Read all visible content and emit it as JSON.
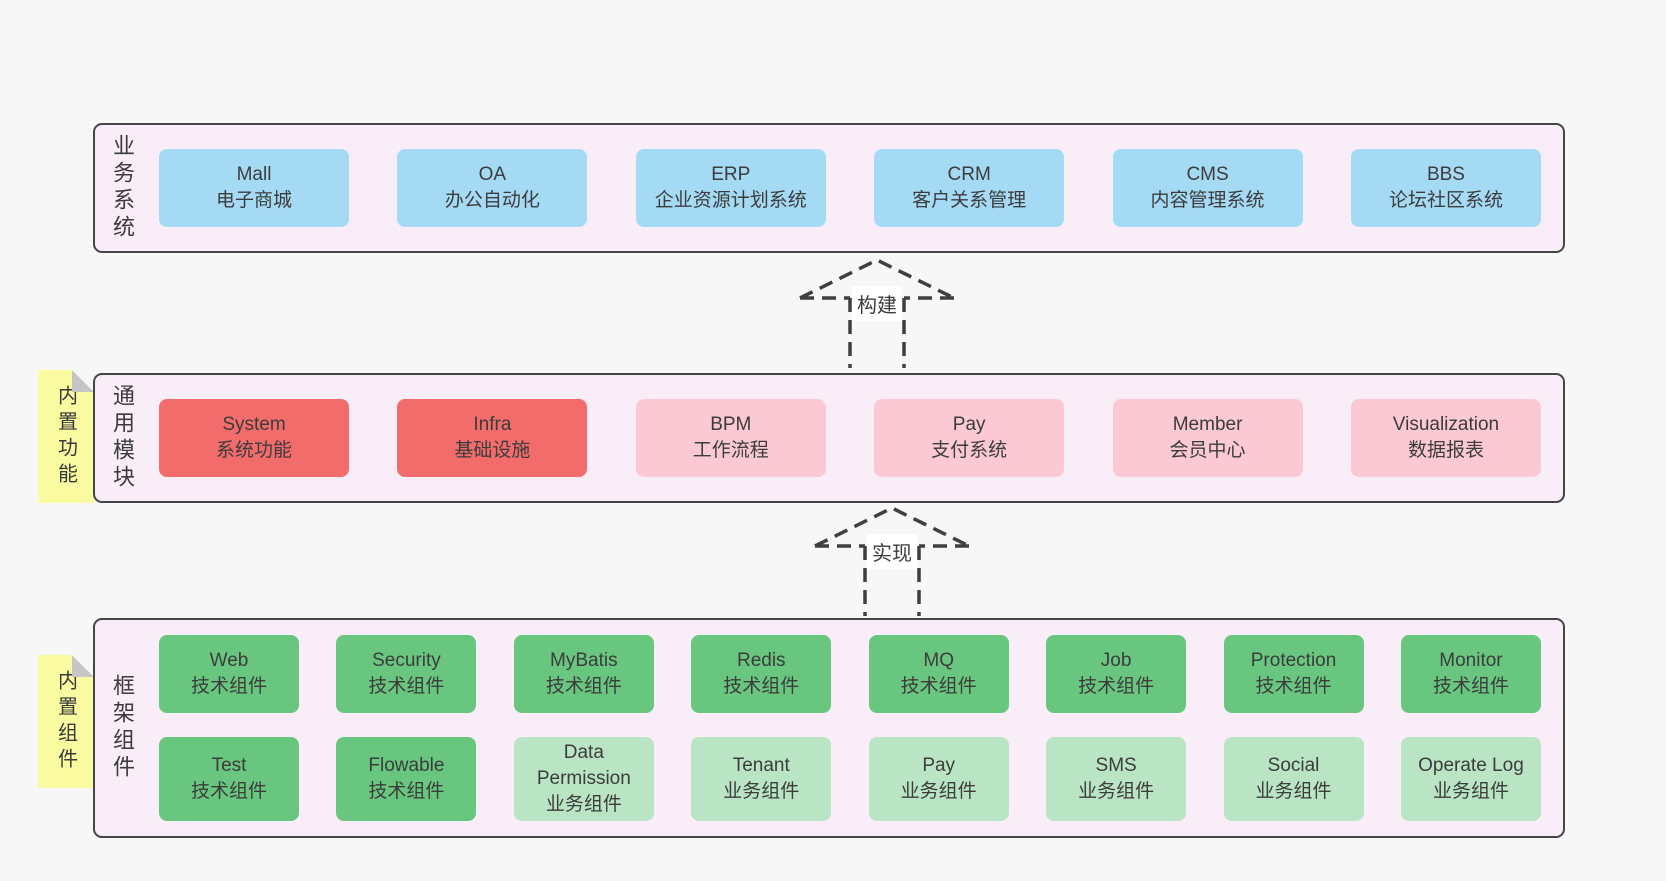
{
  "page": {
    "background": "#f7f7f7"
  },
  "colors": {
    "container_fill": "#f9edf7",
    "container_border": "#454547",
    "blue": "#a5daf4",
    "red": "#f26c6c",
    "pink": "#fac9d4",
    "green": "#69c67f",
    "light_green": "#bae5c4",
    "note_yellow": "#fafaa0",
    "note_fold": "#c6c6c6",
    "text": "#3c3c3c",
    "arrow_stroke": "#3f3f3f"
  },
  "arrows": [
    {
      "label": "构建"
    },
    {
      "label": "实现"
    }
  ],
  "layers": [
    {
      "id": "business-systems",
      "label": "业务系统",
      "rows": [
        [
          {
            "name": "Mall",
            "subtitle": "电子商城",
            "variant": "blue"
          },
          {
            "name": "OA",
            "subtitle": "办公自动化",
            "variant": "blue"
          },
          {
            "name": "ERP",
            "subtitle": "企业资源计划系统",
            "variant": "blue"
          },
          {
            "name": "CRM",
            "subtitle": "客户关系管理",
            "variant": "blue"
          },
          {
            "name": "CMS",
            "subtitle": "内容管理系统",
            "variant": "blue"
          },
          {
            "name": "BBS",
            "subtitle": "论坛社区系统",
            "variant": "blue"
          }
        ]
      ]
    },
    {
      "id": "common-modules",
      "label": "通用模块",
      "note": "内置功能",
      "rows": [
        [
          {
            "name": "System",
            "subtitle": "系统功能",
            "variant": "red"
          },
          {
            "name": "Infra",
            "subtitle": "基础设施",
            "variant": "red"
          },
          {
            "name": "BPM",
            "subtitle": "工作流程",
            "variant": "pink"
          },
          {
            "name": "Pay",
            "subtitle": "支付系统",
            "variant": "pink"
          },
          {
            "name": "Member",
            "subtitle": "会员中心",
            "variant": "pink"
          },
          {
            "name": "Visualization",
            "subtitle": "数据报表",
            "variant": "pink"
          }
        ]
      ]
    },
    {
      "id": "framework-components",
      "label": "框架组件",
      "note": "内置组件",
      "rows": [
        [
          {
            "name": "Web",
            "subtitle": "技术组件",
            "variant": "green"
          },
          {
            "name": "Security",
            "subtitle": "技术组件",
            "variant": "green"
          },
          {
            "name": "MyBatis",
            "subtitle": "技术组件",
            "variant": "green"
          },
          {
            "name": "Redis",
            "subtitle": "技术组件",
            "variant": "green"
          },
          {
            "name": "MQ",
            "subtitle": "技术组件",
            "variant": "green"
          },
          {
            "name": "Job",
            "subtitle": "技术组件",
            "variant": "green"
          },
          {
            "name": "Protection",
            "subtitle": "技术组件",
            "variant": "green"
          },
          {
            "name": "Monitor",
            "subtitle": "技术组件",
            "variant": "green"
          }
        ],
        [
          {
            "name": "Test",
            "subtitle": "技术组件",
            "variant": "green"
          },
          {
            "name": "Flowable",
            "subtitle": "技术组件",
            "variant": "green"
          },
          {
            "name": "Data Permission",
            "subtitle": "业务组件",
            "variant": "lgreen"
          },
          {
            "name": "Tenant",
            "subtitle": "业务组件",
            "variant": "lgreen"
          },
          {
            "name": "Pay",
            "subtitle": "业务组件",
            "variant": "lgreen"
          },
          {
            "name": "SMS",
            "subtitle": "业务组件",
            "variant": "lgreen"
          },
          {
            "name": "Social",
            "subtitle": "业务组件",
            "variant": "lgreen"
          },
          {
            "name": "Operate Log",
            "subtitle": "业务组件",
            "variant": "lgreen"
          }
        ]
      ]
    }
  ]
}
